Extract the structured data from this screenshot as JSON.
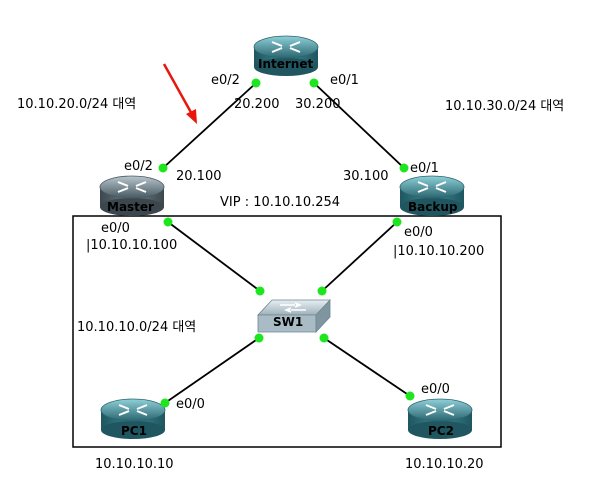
{
  "colors": {
    "router_dark": "#2b6670",
    "router_light": "#63aeb8",
    "master_dark": "#4a5a62",
    "master_light": "#93a6b0",
    "port_green": "#1ee61e",
    "arrow_red": "#e8160c",
    "link": "#000000"
  },
  "devices": {
    "internet": "Internet",
    "master": "Master",
    "backup": "Backup",
    "sw1": "SW1",
    "pc1": "PC1",
    "pc2": "PC2"
  },
  "ports": {
    "internet_e02": "e0/2",
    "internet_e01": "e0/1",
    "master_e02": "e0/2",
    "master_e00": "e0/0",
    "backup_e01": "e0/1",
    "backup_e00": "e0/0",
    "pc1_e00": "e0/0",
    "pc2_e00": "e0/0"
  },
  "addresses": {
    "internet_20": "20.200",
    "internet_30": "30.200",
    "master_20": "20.100",
    "backup_30": "30.100",
    "master_lan": "|10.10.10.100",
    "backup_lan": "|10.10.10.200",
    "pc1": "10.10.10.10",
    "pc2": "10.10.10.20"
  },
  "networks": {
    "net20": "10.10.20.0/24 대역",
    "net30": "10.10.30.0/24 대역",
    "net10": "10.10.10.0/24 대역"
  },
  "vip": "VIP : 10.10.10.254"
}
